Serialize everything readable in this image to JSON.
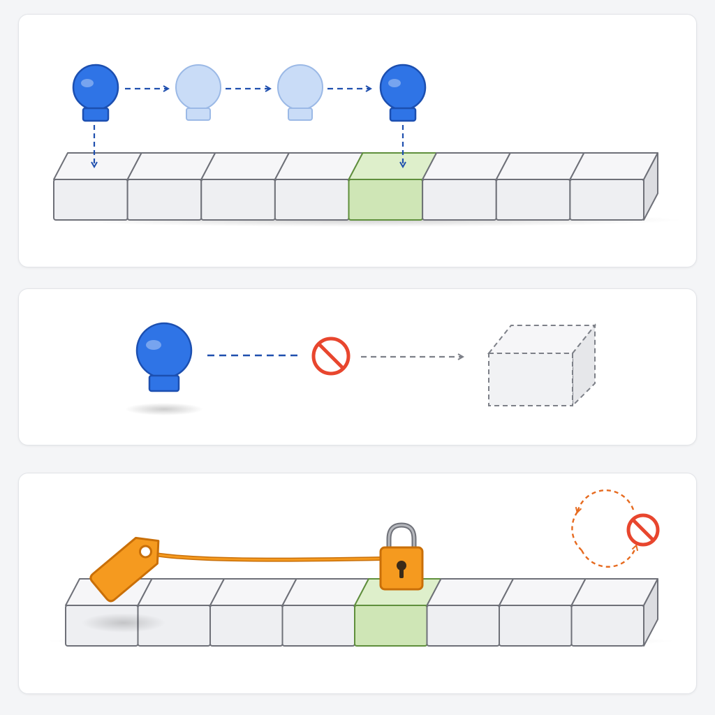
{
  "colors": {
    "block_fill": "#eeeff2",
    "block_top": "#f6f6f8",
    "block_side": "#dcdde1",
    "block_stroke": "#6e7078",
    "target_fill": "#cfe6b6",
    "target_top": "#deefcb",
    "target_stroke": "#5f8f3c",
    "pin_active": "#2f74e6",
    "pin_active_dark": "#1c4fb0",
    "pin_ghost": "#c9dcf7",
    "pin_ghost_stroke": "#9bb9e6",
    "arrow_blue": "#1f4fae",
    "arrow_gray": "#7d8088",
    "blocked_red": "#e8462e",
    "tag_orange": "#f59a1f",
    "tag_orange_dark": "#c96f08",
    "loop_orange": "#e66a1f"
  },
  "icons": {
    "pin": "map-pin-icon",
    "ghost_pin": "ghost-pin-icon",
    "blocked": "no-entry-icon",
    "tag": "tag-icon",
    "lock": "padlock-icon",
    "loop": "circular-arrow-icon"
  },
  "panels": [
    {
      "id": "move-sequence",
      "block_count": 8,
      "target_block_index": 4,
      "pin_states": [
        "active",
        "ghost",
        "ghost",
        "active"
      ]
    },
    {
      "id": "blocked-move",
      "pin_states": [
        "active"
      ],
      "destination": "empty-dashed-block"
    },
    {
      "id": "locked-target",
      "block_count": 8,
      "target_block_index": 4,
      "tag_attached": true,
      "lock_on_target": true,
      "loop_blocked": true
    }
  ]
}
